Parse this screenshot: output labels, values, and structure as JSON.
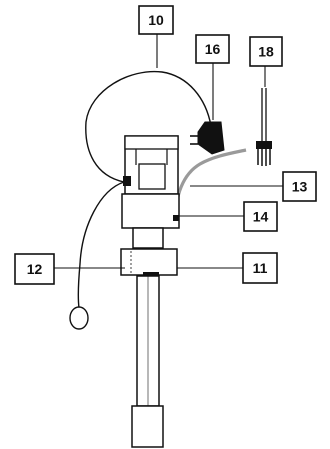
{
  "callouts": {
    "c10": "10",
    "c16": "16",
    "c18": "18",
    "c13": "13",
    "c14": "14",
    "c12": "12",
    "c11": "11"
  },
  "colors": {
    "line": "#111111",
    "flexible_hose": "#9a9a9a",
    "background": "#ffffff"
  }
}
